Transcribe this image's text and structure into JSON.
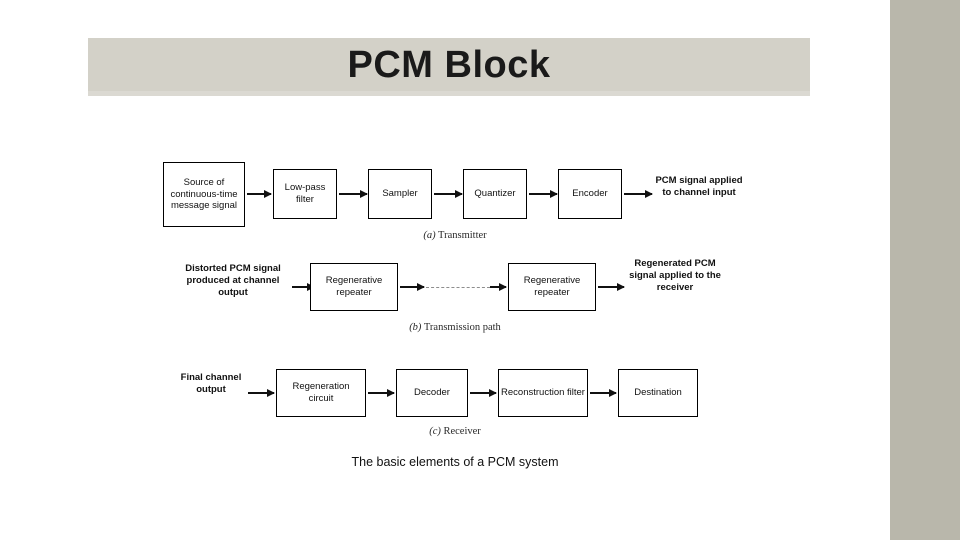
{
  "slide": {
    "title": "PCM Block",
    "figure_caption": "The basic elements of a PCM system",
    "title_bar_color": "#d3d1c8",
    "right_bar_color": "#b9b7ab",
    "background_color": "#ffffff"
  },
  "diagram": {
    "name": "pcm-system-block-diagram",
    "rows": [
      {
        "id": "transmitter",
        "caption_prefix": "(a)",
        "caption": "Transmitter",
        "input_label": "Source of continuous-time message signal",
        "output_label": "PCM signal applied to channel input",
        "blocks": [
          {
            "label": "Source of continuous-time message signal"
          },
          {
            "label": "Low-pass filter"
          },
          {
            "label": "Sampler"
          },
          {
            "label": "Quantizer"
          },
          {
            "label": "Encoder"
          }
        ]
      },
      {
        "id": "transmission-path",
        "caption_prefix": "(b)",
        "caption": "Transmission path",
        "input_label": "Distorted PCM signal produced at channel output",
        "output_label": "Regenerated PCM signal applied to the receiver",
        "blocks": [
          {
            "label": "Regenerative repeater"
          },
          {
            "label": "Regenerative repeater"
          }
        ]
      },
      {
        "id": "receiver",
        "caption_prefix": "(c)",
        "caption": "Receiver",
        "input_label": "Final channel output",
        "blocks": [
          {
            "label": "Regeneration circuit"
          },
          {
            "label": "Decoder"
          },
          {
            "label": "Reconstruction filter"
          },
          {
            "label": "Destination"
          }
        ]
      }
    ]
  }
}
